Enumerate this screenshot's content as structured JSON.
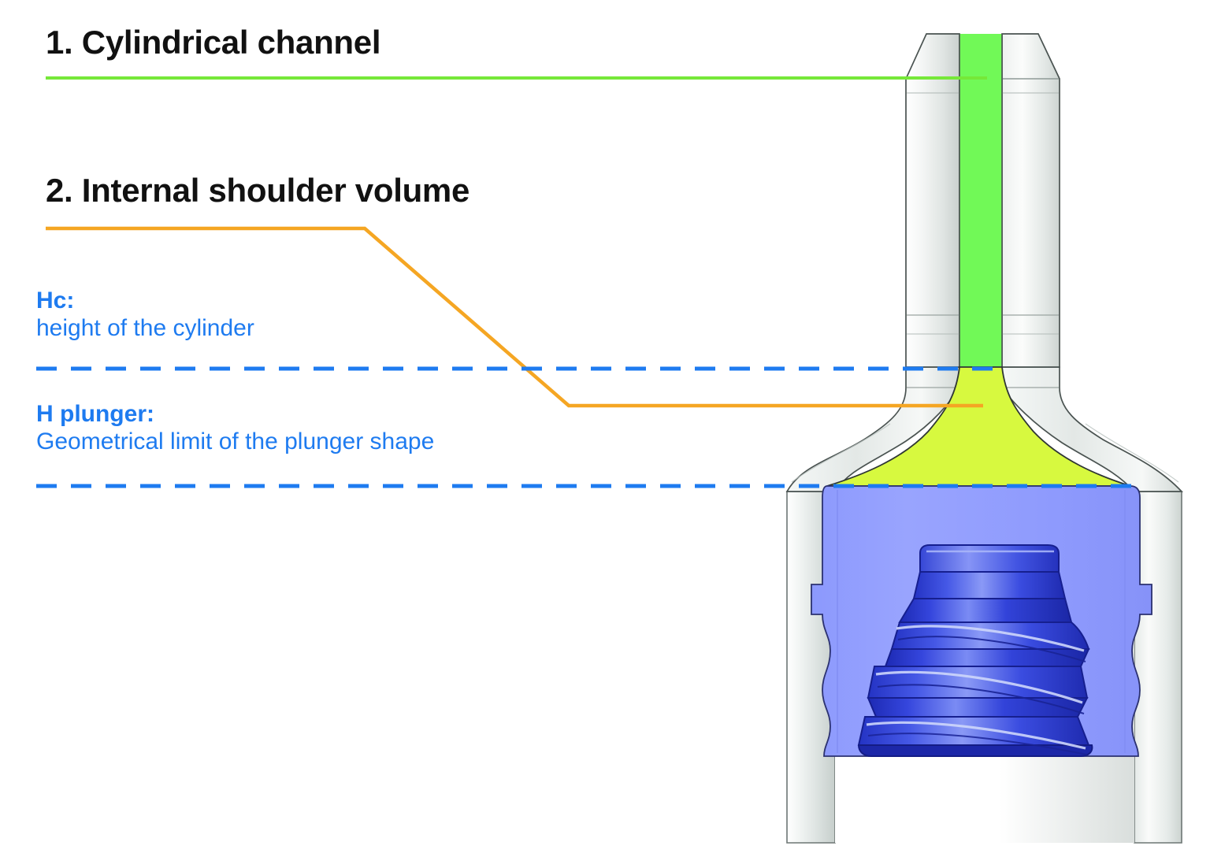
{
  "diagram": {
    "title_1": "1. Cylindrical channel",
    "title_2": "2. Internal shoulder volume",
    "hc": {
      "term": "Hc:",
      "desc": "height of the cylinder"
    },
    "hplunger": {
      "term": "H plunger:",
      "desc": "Geometrical limit of the plunger shape"
    }
  },
  "colors": {
    "callout_green": "#76E839",
    "callout_orange": "#F5A623",
    "dimension_blue": "#1E7BF0",
    "text_blue": "#1E7BF0",
    "heading_black": "#111111",
    "channel_green": "#71F957",
    "shoulder_yellow": "#D7F93F",
    "cavity_periwinkle": "#8F9BFD",
    "plunger_blue": "#2E3FD8",
    "glass_grey": "#D9DEDC",
    "outline_dark": "#3C4442",
    "background": "#FFFFFF"
  },
  "callouts": {
    "green_line_label": "cylindrical-channel-leader",
    "orange_line_label": "internal-shoulder-volume-leader",
    "hc_dash_label": "hc-dimension-line",
    "hplunger_dash_label": "h-plunger-dimension-line"
  },
  "artwork": {
    "name": "container-cross-section",
    "parts": [
      "neck-outer-wall",
      "cylindrical-channel",
      "shoulder-volume",
      "body-cavity",
      "conical-plunger",
      "body-outer-wall"
    ]
  }
}
